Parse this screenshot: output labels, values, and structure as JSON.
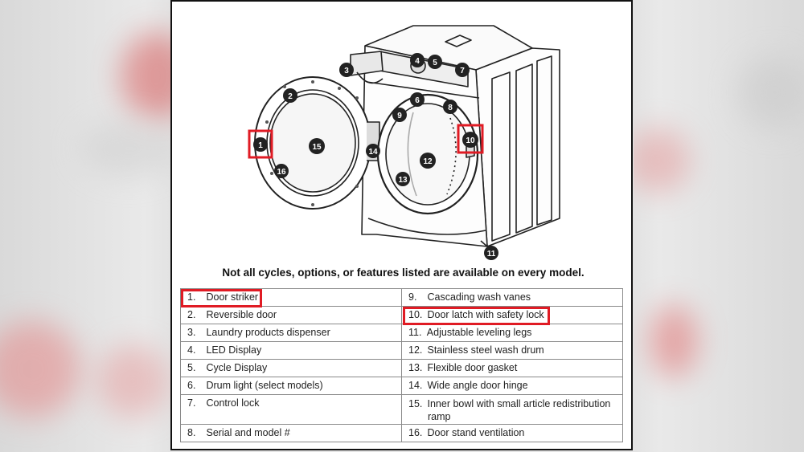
{
  "diagram": {
    "callouts": [
      "1",
      "2",
      "3",
      "4",
      "5",
      "6",
      "7",
      "8",
      "9",
      "10",
      "11",
      "12",
      "13",
      "14",
      "15",
      "16"
    ],
    "highlighted_callouts": [
      "1",
      "10"
    ],
    "highlight_color": "#e01b24"
  },
  "note": "Not all cycles, options, or features listed are available on every model.",
  "parts": [
    {
      "left": {
        "num": "1.",
        "label": "Door striker"
      },
      "right": {
        "num": "9.",
        "label": "Cascading wash vanes"
      }
    },
    {
      "left": {
        "num": "2.",
        "label": "Reversible door"
      },
      "right": {
        "num": "10.",
        "label": "Door latch with safety lock"
      }
    },
    {
      "left": {
        "num": "3.",
        "label": "Laundry products dispenser"
      },
      "right": {
        "num": "11.",
        "label": "Adjustable leveling legs"
      }
    },
    {
      "left": {
        "num": "4.",
        "label": "LED Display"
      },
      "right": {
        "num": "12.",
        "label": "Stainless steel wash drum"
      }
    },
    {
      "left": {
        "num": "5.",
        "label": "Cycle Display"
      },
      "right": {
        "num": "13.",
        "label": "Flexible door gasket"
      }
    },
    {
      "left": {
        "num": "6.",
        "label": "Drum light (select models)"
      },
      "right": {
        "num": "14.",
        "label": "Wide angle door hinge"
      }
    },
    {
      "left": {
        "num": "7.",
        "label": "Control lock"
      },
      "right": {
        "num": "15.",
        "label": "Inner bowl with small article redistribution",
        "label2": "ramp"
      }
    },
    {
      "left": {
        "num": "8.",
        "label": "Serial and model #"
      },
      "right": {
        "num": "16.",
        "label": "Door stand ventilation"
      }
    }
  ]
}
